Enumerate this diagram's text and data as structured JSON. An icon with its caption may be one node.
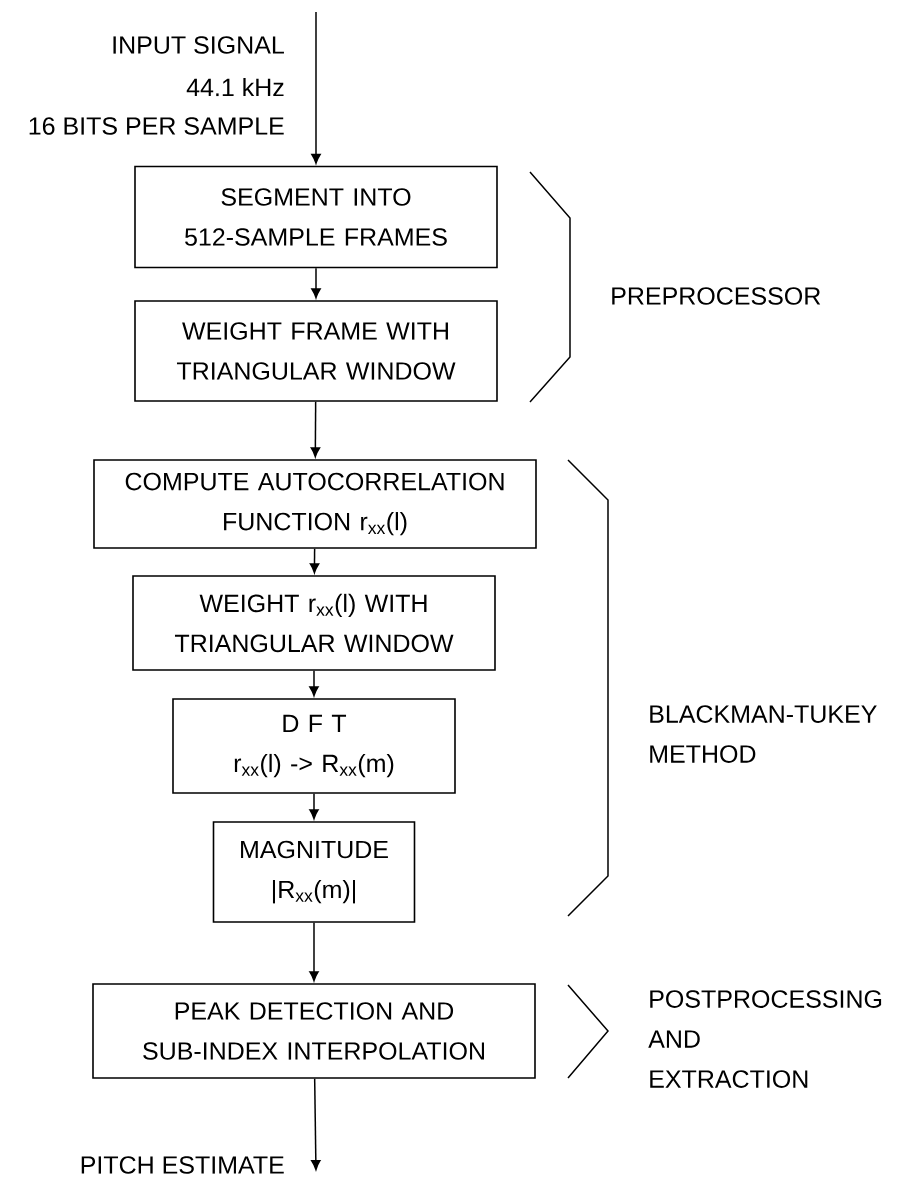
{
  "diagram": {
    "nodes": [
      {
        "text": [
          "SEGMENT INTO 512-SAMPLE FRAMES"
        ]
      },
      {
        "text": [
          "WEIGHT FRAME WITH TRIANGULAR WINDOW"
        ]
      },
      {
        "text": [
          "COMPUTE AUTOCORRELATION FUNCTION r$_{xx}$(l)"
        ]
      },
      {
        "text": [
          "WEIGHT r$_{xx}$(l) WITH TRIANGULAR WINDOW"
        ]
      },
      {
        "text": [
          "D F T",
          "r$_{xx}$(l) -> R$_{xx}$(m)"
        ]
      },
      {
        "text": [
          "MAGNITUDE",
          "|R$_{xx}$(m)|"
        ]
      },
      {
        "text": [
          "PEAK DETECTION AND SUB-INDEX INTERPOLATION"
        ]
      }
    ],
    "edges": [
      {
        "from": null,
        "to": 0,
        "arrow": "to"
      },
      {
        "from": 0,
        "to": 1,
        "arrow": "to"
      },
      {
        "from": 1,
        "to": 2,
        "arrow": "to"
      },
      {
        "from": 2,
        "to": 3,
        "arrow": "to"
      },
      {
        "from": 3,
        "to": 4,
        "arrow": "to"
      },
      {
        "from": 4,
        "to": 5,
        "arrow": "to"
      },
      {
        "from": 5,
        "to": 6,
        "arrow": "to"
      },
      {
        "from": 6,
        "to": null,
        "arrow": "to",
        "label": "PITCH ESTIMATE"
      }
    ],
    "labels": [
      "INPUT SIGNAL",
      "44.1 kHz",
      "16 BITS PER SAMPLE",
      "PREPROCESSOR",
      "BLACKMAN-TUKEY METHOD",
      "POSTPROCESSING AND EXTRACTION"
    ]
  }
}
